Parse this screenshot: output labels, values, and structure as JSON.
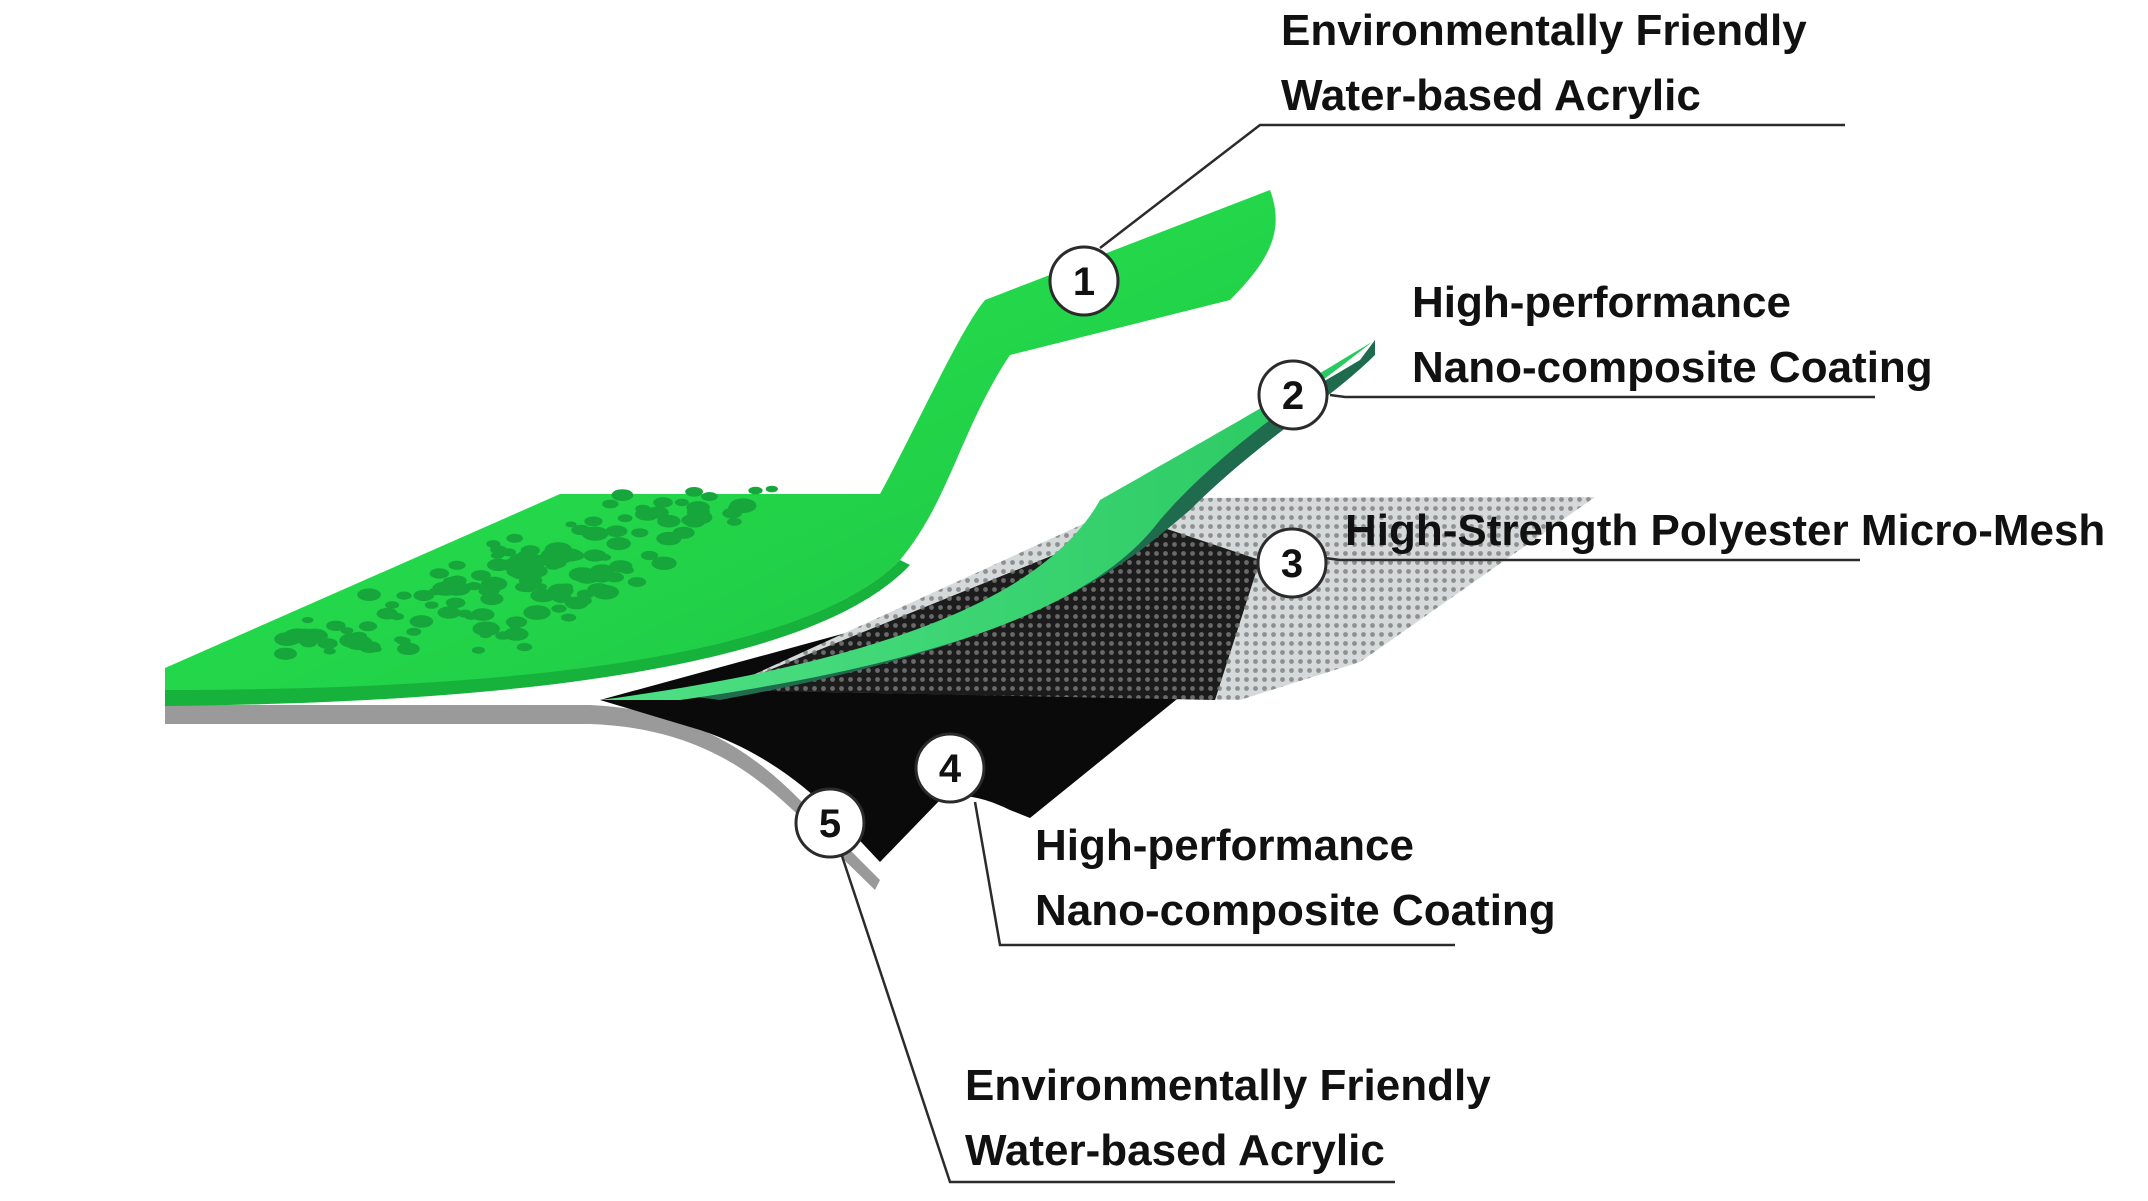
{
  "colors": {
    "top_green": "#22e04a",
    "top_green_dark": "#17b23b",
    "coating_green": "#2fd96a",
    "coating_dark": "#1f6b4d",
    "mesh_light": "#d9dcdc",
    "mesh_dark": "#3a3a3a",
    "black_layer": "#0a0a0a",
    "gray_layer": "#9a9a9a"
  },
  "layers": [
    {
      "number": "1",
      "label_lines": [
        "Environmentally Friendly",
        "Water-based Acrylic"
      ]
    },
    {
      "number": "2",
      "label_lines": [
        "High-performance",
        "Nano-composite Coating"
      ]
    },
    {
      "number": "3",
      "label_lines": [
        "High-Strength Polyester Micro-Mesh"
      ]
    },
    {
      "number": "4",
      "label_lines": [
        "High-performance",
        "Nano-composite Coating"
      ]
    },
    {
      "number": "5",
      "label_lines": [
        "Environmentally Friendly",
        "Water-based Acrylic"
      ]
    }
  ]
}
